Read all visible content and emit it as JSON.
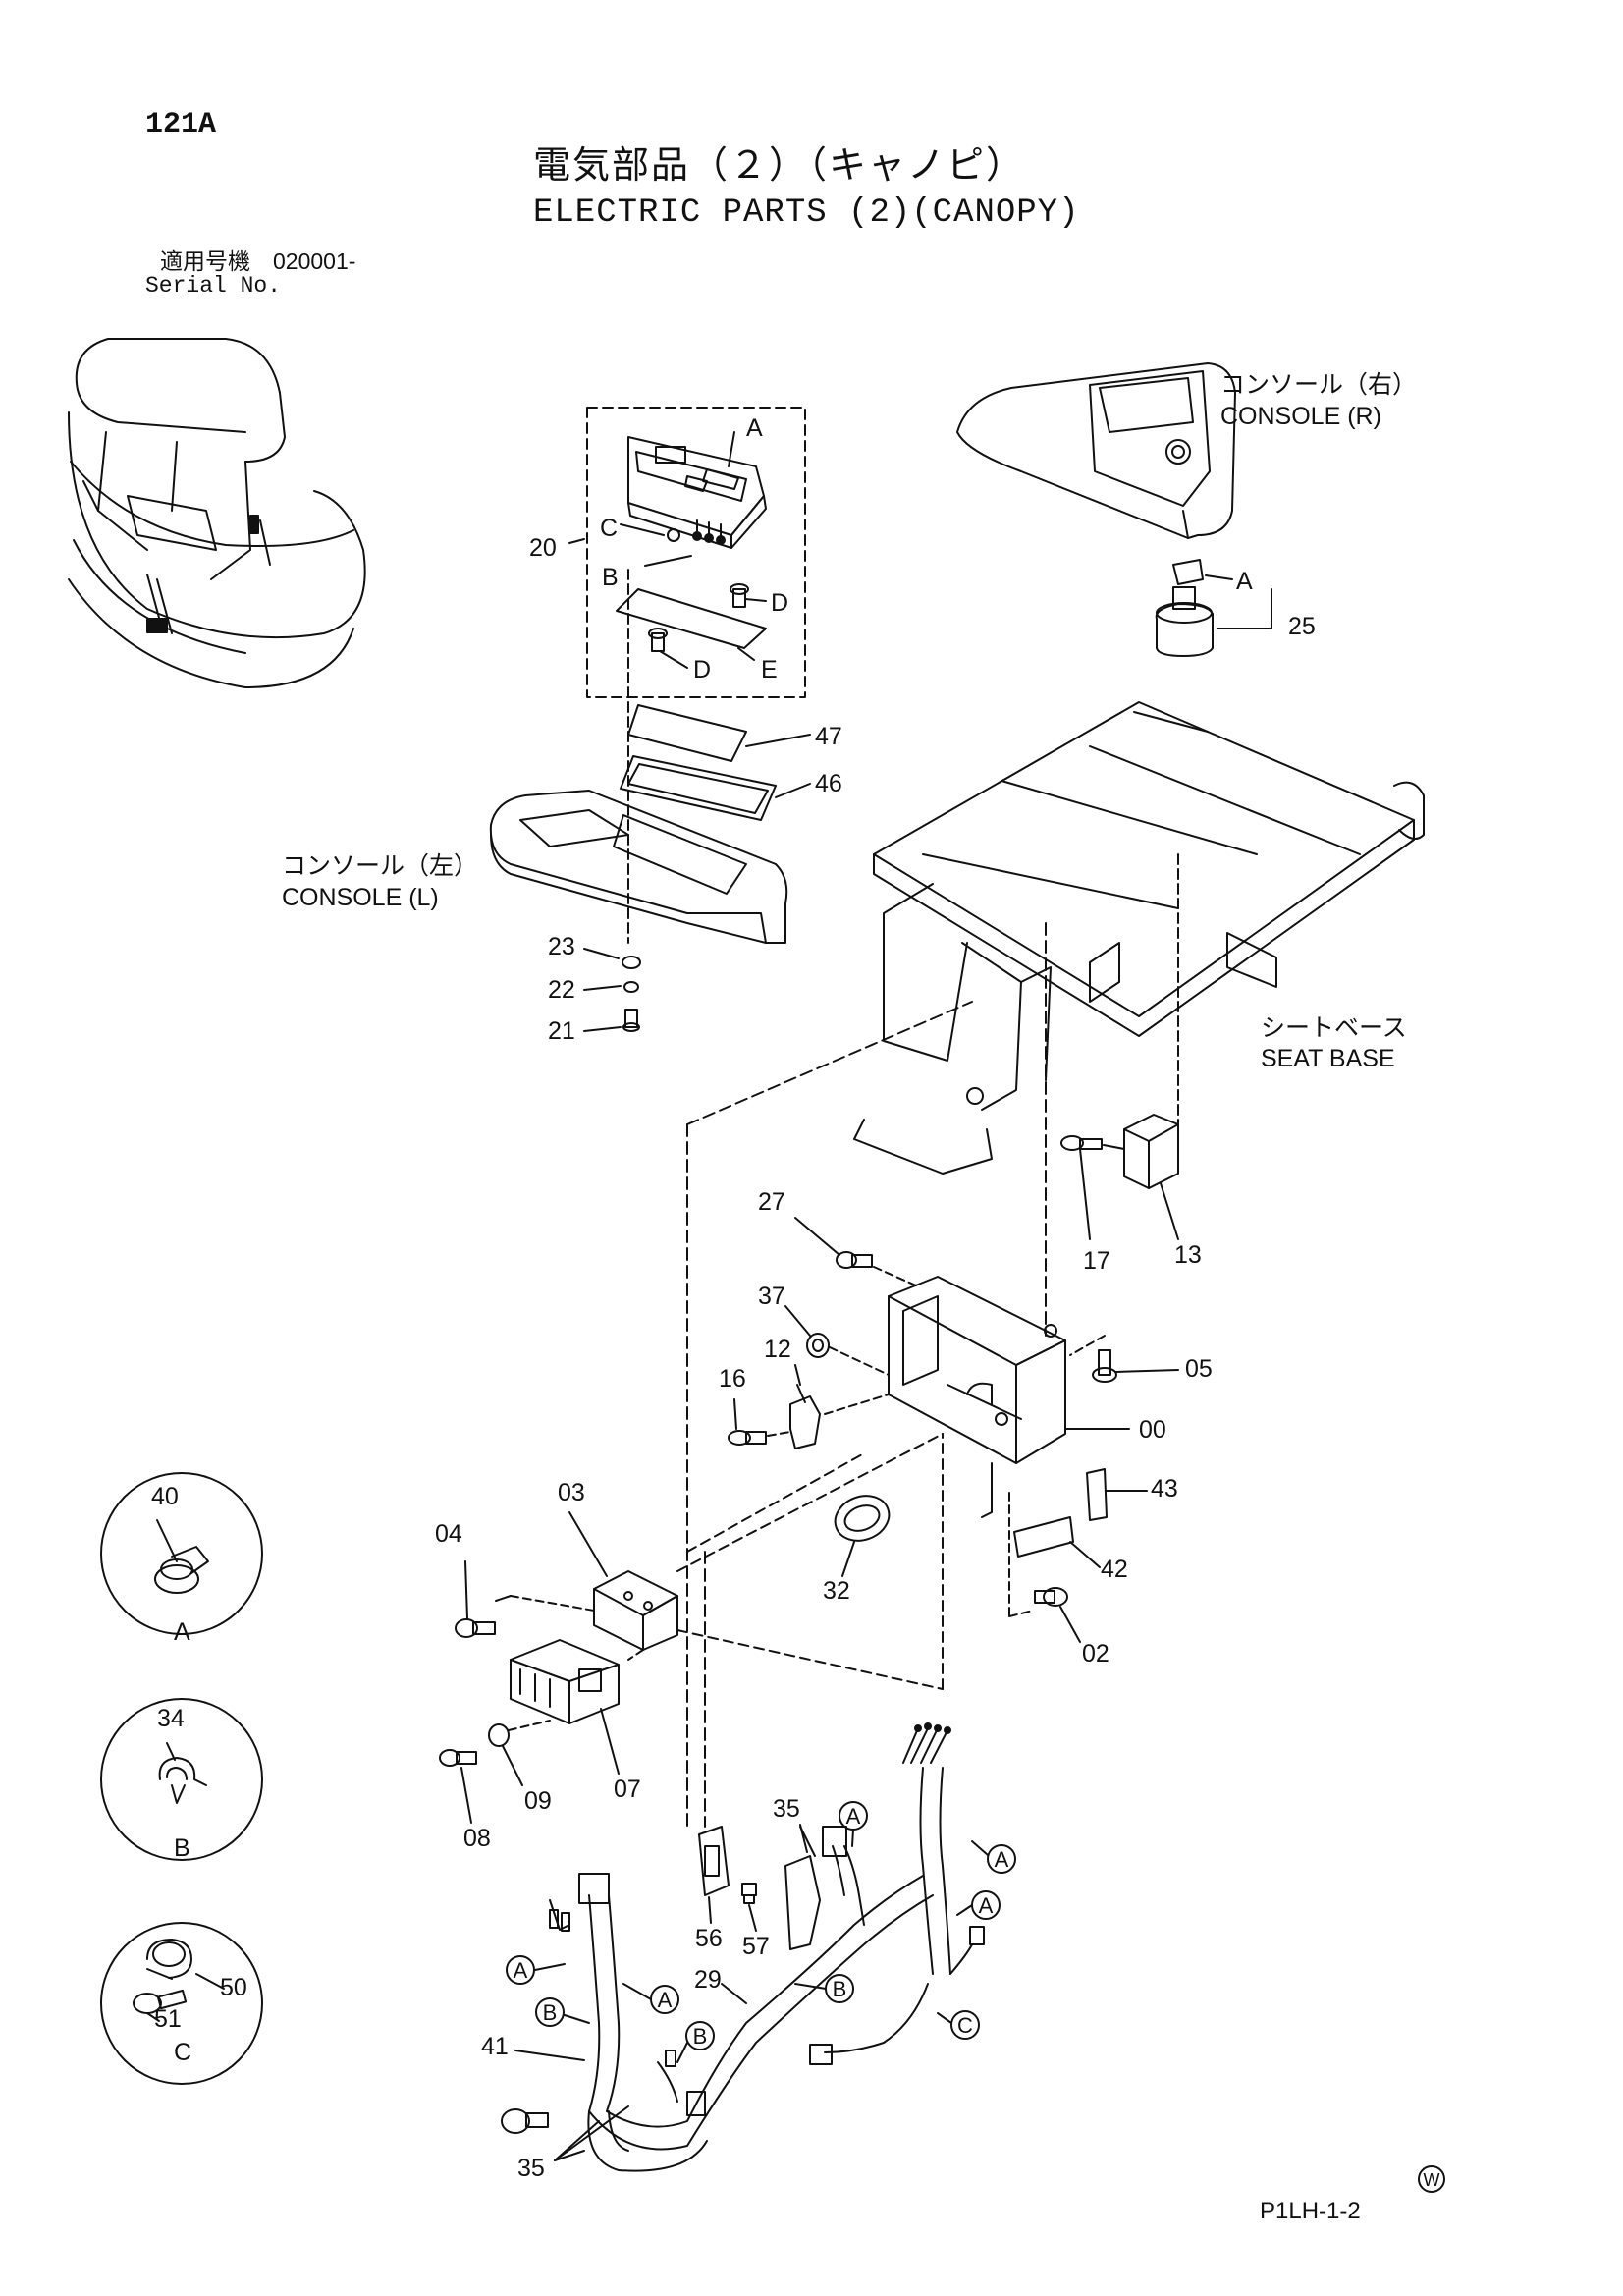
{
  "header": {
    "page_number": "121A",
    "title_jp": "電気部品（２）（キャノピ）",
    "title_en": "ELECTRIC PARTS (2)(CANOPY)",
    "serial_label_jp": "適用号機　020001-",
    "serial_label_en": "Serial No."
  },
  "labels": {
    "console_r_jp": "コンソール（右）",
    "console_r_en": "CONSOLE (R)",
    "console_l_jp": "コンソール（左）",
    "console_l_en": "CONSOLE (L)",
    "seat_base_jp": "シートベース",
    "seat_base_en": "SEAT BASE"
  },
  "callouts": {
    "c20": "20",
    "cA_top": "A",
    "cC": "C",
    "cB": "B",
    "cD1": "D",
    "cD2": "D",
    "cE": "E",
    "c47": "47",
    "c46": "46",
    "c23": "23",
    "c22": "22",
    "c21": "21",
    "cA_key": "A",
    "c25": "25",
    "c27": "27",
    "c17": "17",
    "c13": "13",
    "c37": "37",
    "c12": "12",
    "c16": "16",
    "c05": "05",
    "c00": "00",
    "c43": "43",
    "c42": "42",
    "c02": "02",
    "c32": "32",
    "c03": "03",
    "c04": "04",
    "c07": "07",
    "c09": "09",
    "c08": "08",
    "c35a": "35",
    "c56": "56",
    "c57": "57",
    "c29": "29",
    "c41": "41",
    "c35b": "35"
  },
  "circle_markers": [
    "A",
    "A",
    "A",
    "A",
    "A",
    "B",
    "B",
    "B",
    "C"
  ],
  "details": [
    {
      "part": "40",
      "letter": "A"
    },
    {
      "part": "34",
      "letter": "B"
    },
    {
      "part_a": "50",
      "part_b": "51",
      "letter": "C"
    }
  ],
  "footer": {
    "mark": "W",
    "drawing_code": "P1LH-1-2"
  }
}
